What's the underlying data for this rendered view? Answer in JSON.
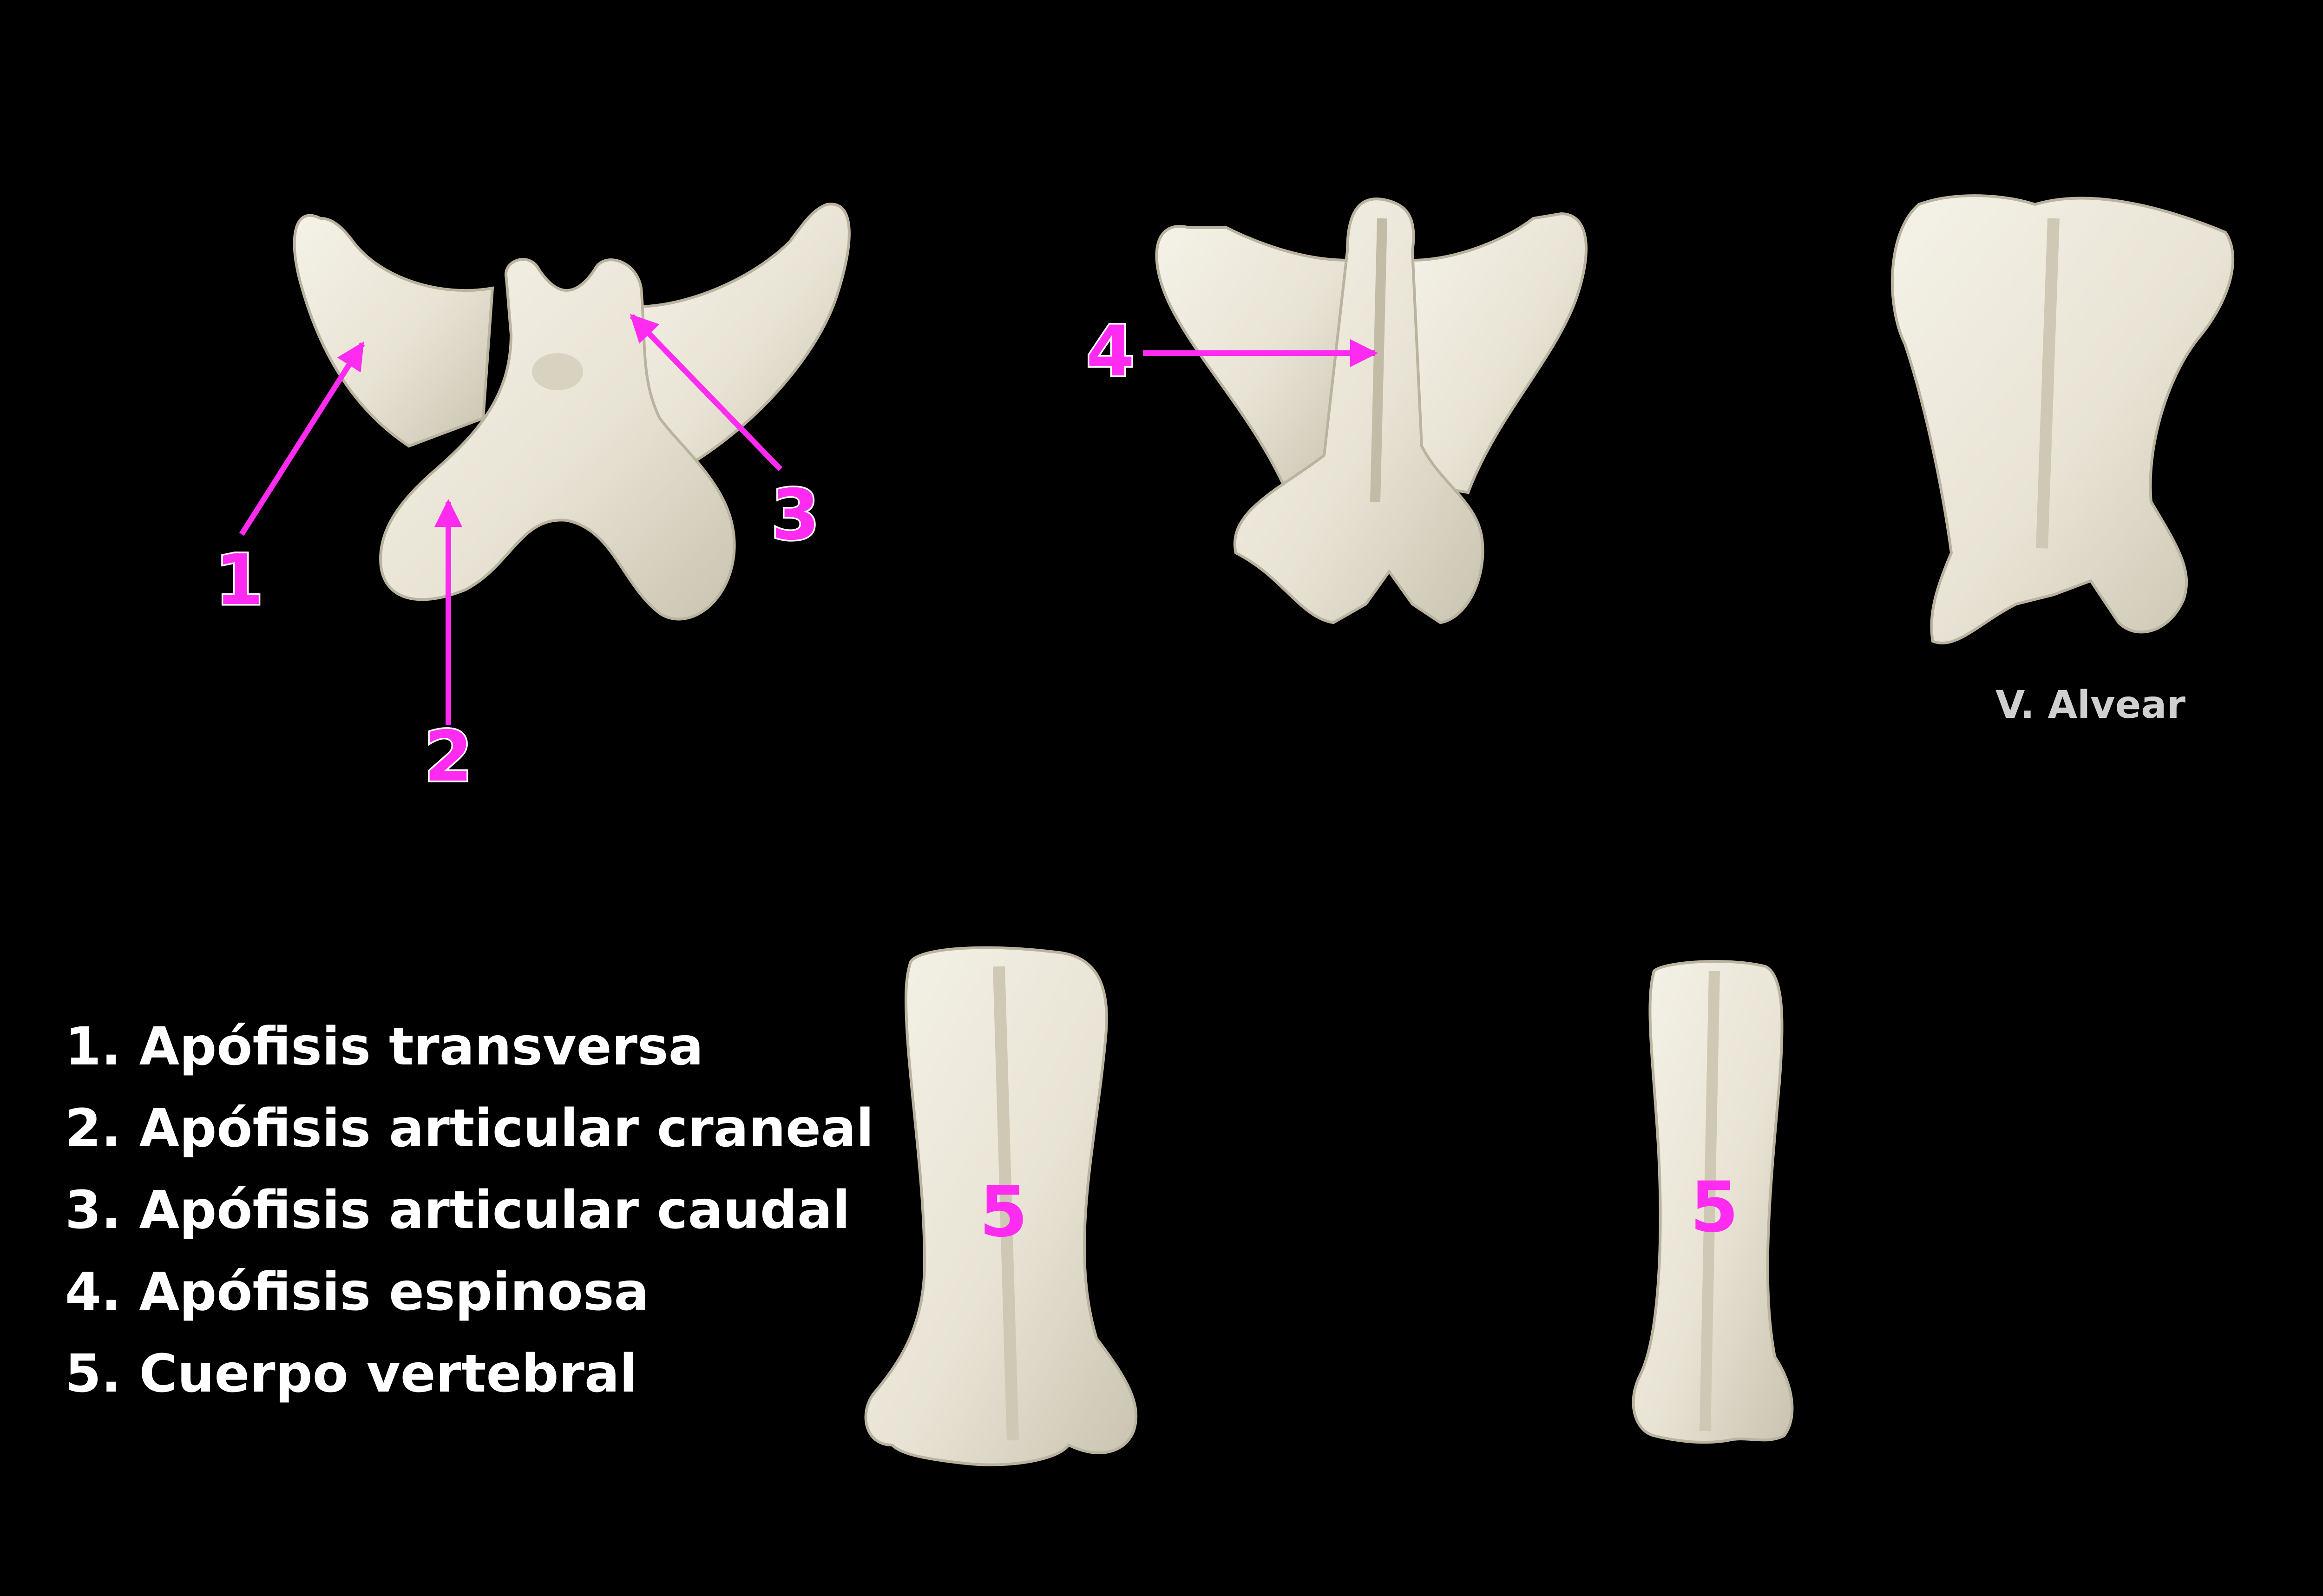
{
  "colors": {
    "background": "#000000",
    "bone": "#ece8dc",
    "bone_shade": "#c9c3b0",
    "marker": "#ff2bf0",
    "legend_text": "#ffffff",
    "credit_text": "#cfcfcf"
  },
  "markers": {
    "m1": "1",
    "m2": "2",
    "m3": "3",
    "m4": "4",
    "m5a": "5",
    "m5b": "5"
  },
  "legend": {
    "items": [
      "1. Apófisis transversa",
      "2. Apófisis articular craneal",
      "3. Apófisis articular caudal",
      "4. Apófisis espinosa",
      "5. Cuerpo vertebral"
    ]
  },
  "credit": "V. Alvear",
  "views": [
    "cranial-view",
    "dorsal-view",
    "dorsal-view-rotated",
    "ventral-view",
    "lateral-view"
  ]
}
